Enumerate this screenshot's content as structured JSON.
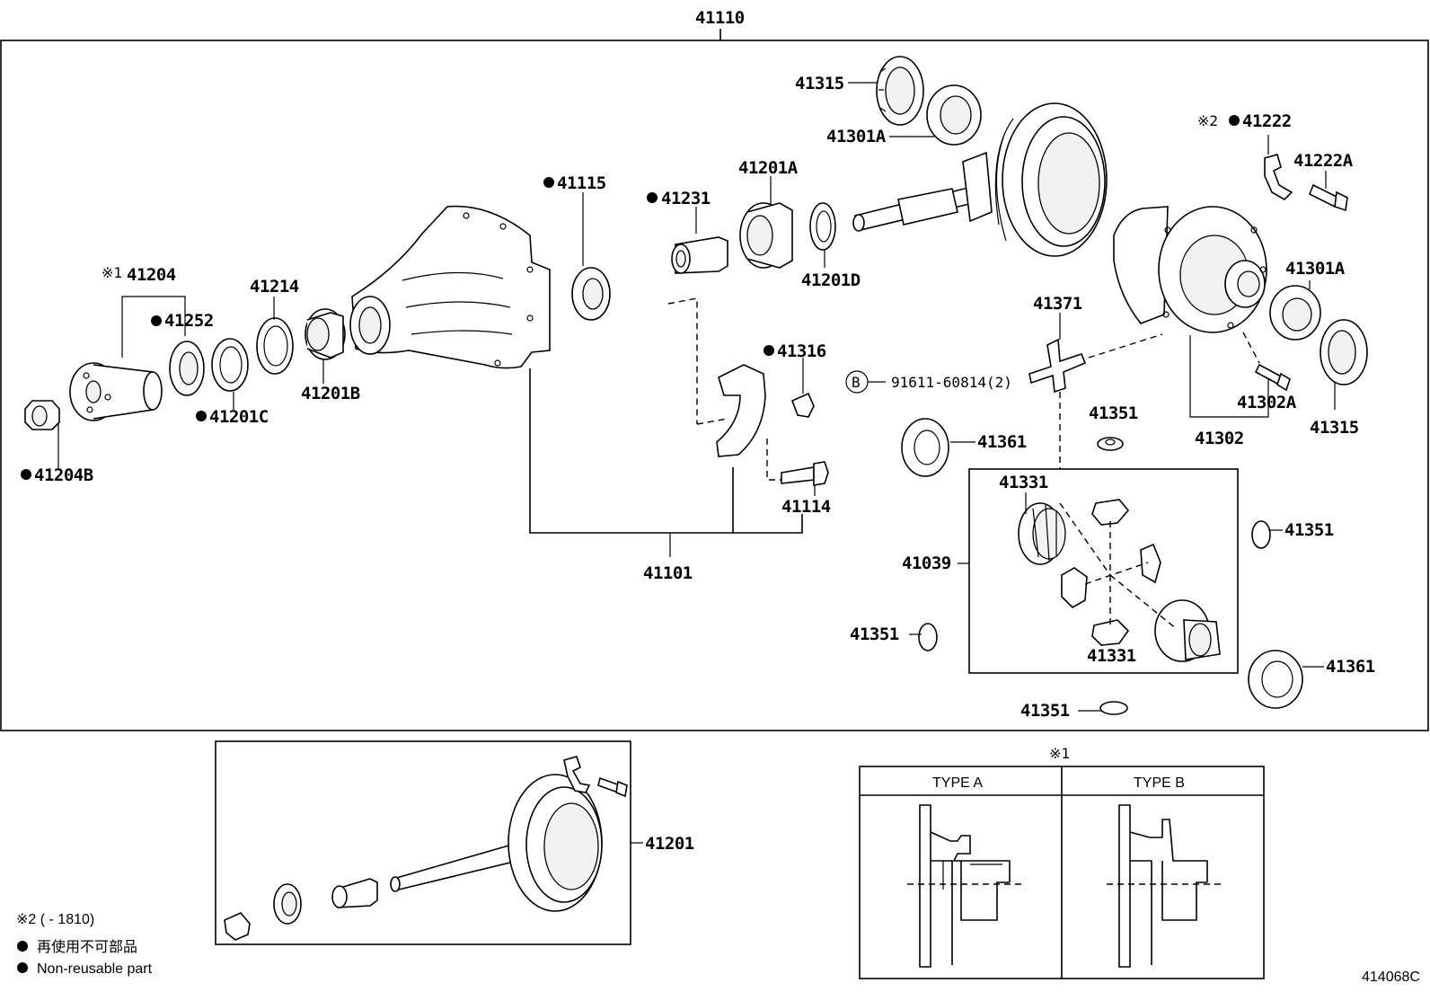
{
  "diagram": {
    "assembly_number": "41110",
    "figure_code": "414068C",
    "labels": {
      "p41204": "41204",
      "p41204_mark": "※1",
      "p41252": "41252",
      "p41214": "41214",
      "p41201B": "41201B",
      "p41201C": "41201C",
      "p41204B": "41204B",
      "p41115": "41115",
      "p41231": "41231",
      "p41201A": "41201A",
      "p41201D": "41201D",
      "p41316": "41316",
      "p41114": "41114",
      "p41101": "41101",
      "p41315_top": "41315",
      "p41301A_top": "41301A",
      "p41222": "41222",
      "p41222_mark": "※2",
      "p41222A": "41222A",
      "p41301A_right": "41301A",
      "p41302A": "41302A",
      "p41315_right": "41315",
      "p41302": "41302",
      "p41371": "41371",
      "bolt_ref": "91611-60814(2)",
      "bolt_circle": "B",
      "p41351_a": "41351",
      "p41361_a": "41361",
      "p41331_top": "41331",
      "p41331_bottom": "41331",
      "p41039": "41039",
      "p41351_b": "41351",
      "p41351_c": "41351",
      "p41351_d": "41351",
      "p41361_b": "41361",
      "p41201": "41201"
    },
    "type_table": {
      "mark": "※1",
      "type_a": "TYPE A",
      "type_b": "TYPE B"
    },
    "legend": {
      "note2": "※2 (        - 1810)",
      "jp_text": "再使用不可部品",
      "en_text": "Non-reusable part"
    }
  }
}
